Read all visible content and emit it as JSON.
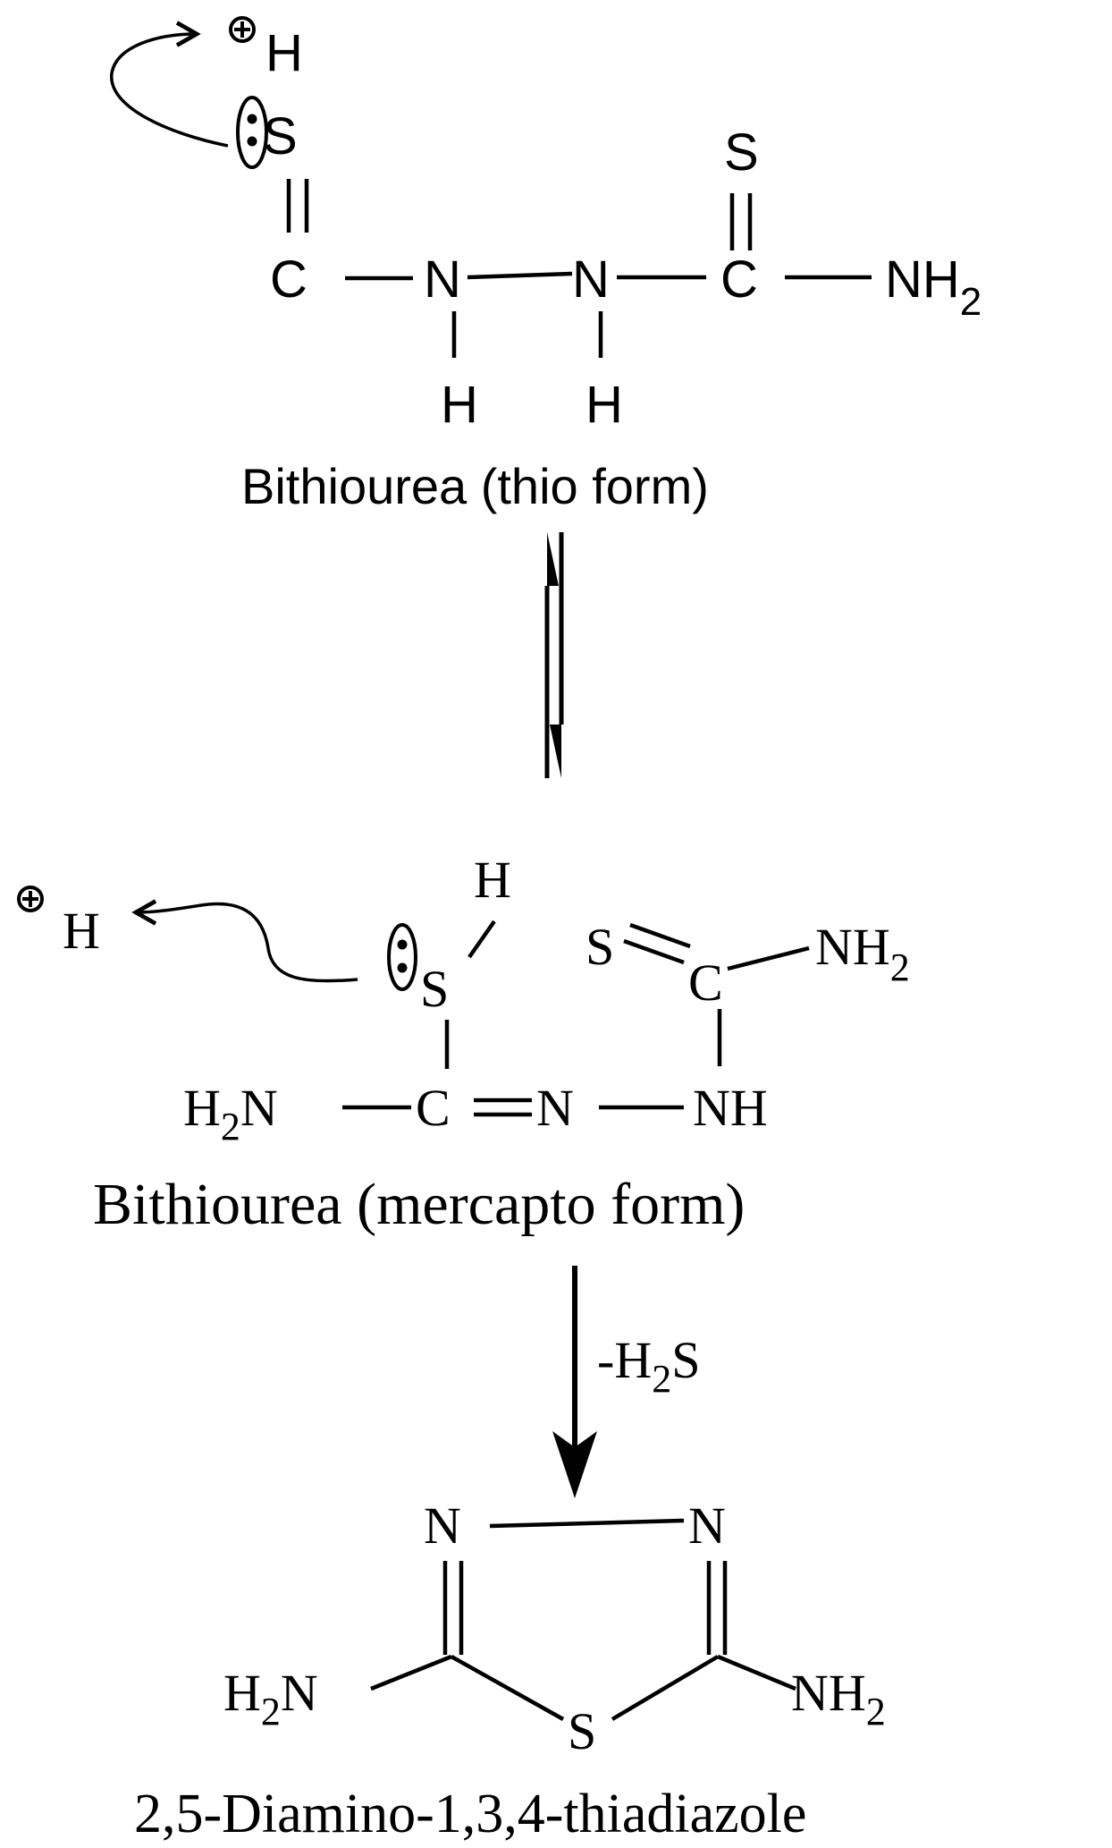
{
  "reaction_scheme": {
    "thio_form": {
      "caption": "Bithiourea (thio form)",
      "atoms": {
        "proton_h": "H",
        "thione_s_left": "S",
        "thione_s_right": "S",
        "carbon_left": "C",
        "nitrogen_1": "N",
        "nitrogen_2": "N",
        "carbon_right": "C",
        "amine_nh": "NH",
        "amine_sub": "2",
        "nh_hydrogen_1": "H",
        "nh_hydrogen_2": "H"
      }
    },
    "equilibrium_symbol": "equilibrium-arrows",
    "mercapto_form": {
      "caption": "Bithiourea (mercapto form)",
      "atoms": {
        "proton_h": "H",
        "thiol_h": "H",
        "thiol_s": "S",
        "thione_s": "S",
        "carbon_top": "C",
        "amine_top_nh": "NH",
        "amine_top_sub": "2",
        "amine_left_h": "H",
        "amine_left_sub": "2",
        "amine_left_n": "N",
        "carbon_bottom": "C",
        "imine_n": "N",
        "nh_group": "NH"
      }
    },
    "cyclization": {
      "reagent_prefix": "-H",
      "reagent_sub": "2",
      "reagent_suffix": "S"
    },
    "product": {
      "caption": "2,5-Diamino-1,3,4-thiadiazole",
      "atoms": {
        "ring_n_left": "N",
        "ring_n_right": "N",
        "ring_s": "S",
        "amine_left_h": "H",
        "amine_left_sub": "2",
        "amine_left_n": "N",
        "amine_right_nh": "NH",
        "amine_right_sub": "2"
      }
    },
    "icons": {
      "charge": "plus-in-circle",
      "lone_pair": "two-dots-in-ellipse",
      "electron_arrow": "curved-arrow"
    }
  }
}
